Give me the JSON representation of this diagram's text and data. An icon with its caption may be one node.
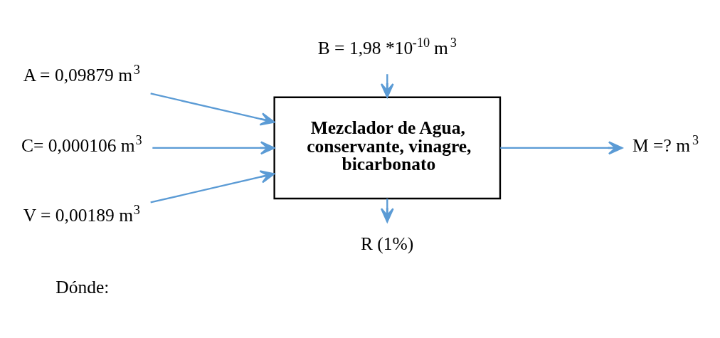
{
  "diagram": {
    "nodes": [
      {
        "text": [
          "B = 1,98 *10$^{-10}$ m$^{3}$"
        ]
      },
      {
        "text": [
          "A = 0,09879 m$^{3}$"
        ]
      },
      {
        "text": [
          "C= 0,000106 m$^{3}$"
        ]
      },
      {
        "text": [
          "V = 0,00189 m$^{3}$"
        ]
      },
      {
        "text": [
          "Mezclador de Agua, conservante, vinagre, bicarbonato"
        ]
      },
      {
        "text": [
          "M =? m$^{3}$"
        ]
      },
      {
        "text": [
          "R (1%)"
        ]
      }
    ],
    "edges": [
      {
        "from": 0,
        "to": 4,
        "arrow": "to"
      },
      {
        "from": 1,
        "to": 4,
        "arrow": "to"
      },
      {
        "from": 2,
        "to": 4,
        "arrow": "to"
      },
      {
        "from": 3,
        "to": 4,
        "arrow": "to"
      },
      {
        "from": 4,
        "to": 5,
        "arrow": "to"
      },
      {
        "from": 4,
        "to": 6,
        "arrow": "to"
      }
    ],
    "labels": [
      "Dónde:"
    ]
  }
}
